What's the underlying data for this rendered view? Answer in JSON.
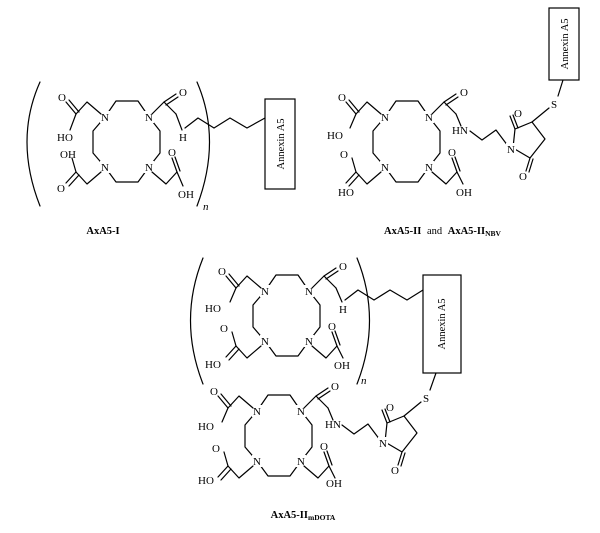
{
  "atoms": {
    "nitrogen": "N",
    "oxygen": "O",
    "sulfur": "S",
    "hydroxyl": "OH",
    "hydroxyl_left": "HO",
    "amide_h": "H",
    "amide_nh": "HN",
    "subscript_n": "n"
  },
  "protein_label": "Annexin A5",
  "captions": {
    "axa5_i": "AxA5-I",
    "axa5_ii": "AxA5-II",
    "and_word": "and",
    "axa5_ii_nbv_main": "AxA5-II",
    "axa5_ii_nbv_sub": "NBV",
    "axa5_ii_mdota_main": "AxA5-II",
    "axa5_ii_mdota_sub": "mDOTA"
  }
}
